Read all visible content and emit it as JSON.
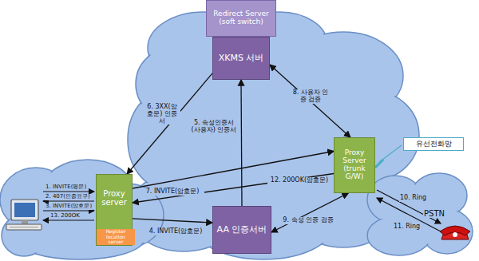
{
  "diagram": {
    "nodes": [
      {
        "text": [
          "Redirect Server (soft switch)"
        ]
      },
      {
        "text": [
          "XKMS 서버"
        ]
      },
      {
        "text": [
          "Proxy server"
        ]
      },
      {
        "text": [
          "Register location server"
        ],
        "in": 2
      },
      {
        "text": [
          "AA 인증서버"
        ]
      },
      {
        "text": [
          "Proxy Server (trunk G/W)"
        ]
      },
      {
        "text": [
          "유선전화망"
        ]
      }
    ],
    "edges": [
      {
        "from": 2,
        "to": 4,
        "label": "4. INVITE(암호문)",
        "arrow": "to"
      },
      {
        "from": 4,
        "to": 1,
        "label": "5. 속성인증서 (사용자) 인증서",
        "arrow": "to"
      },
      {
        "from": 1,
        "to": 2,
        "label": "6. 3XX(암호문) 인증서",
        "arrow": "to"
      },
      {
        "from": 2,
        "to": 5,
        "label": "7. INVITE(암호문)",
        "arrow": "to"
      },
      {
        "from": 1,
        "to": 5,
        "label": "8. 사용자 인증 검증",
        "arrow": "both"
      },
      {
        "from": 4,
        "to": 5,
        "label": "9. 속성 인증 검증",
        "arrow": "both"
      },
      {
        "from": 5,
        "to": 2,
        "label": "12. 200OK(암호문)",
        "arrow": "to"
      }
    ],
    "labels": [
      "1. INVITE(평문)",
      "2. 407(인증요구)",
      "3. INVITE(암호문)",
      "13. 200OK",
      "10. Ring",
      "11. Ring",
      "PSTN"
    ]
  }
}
